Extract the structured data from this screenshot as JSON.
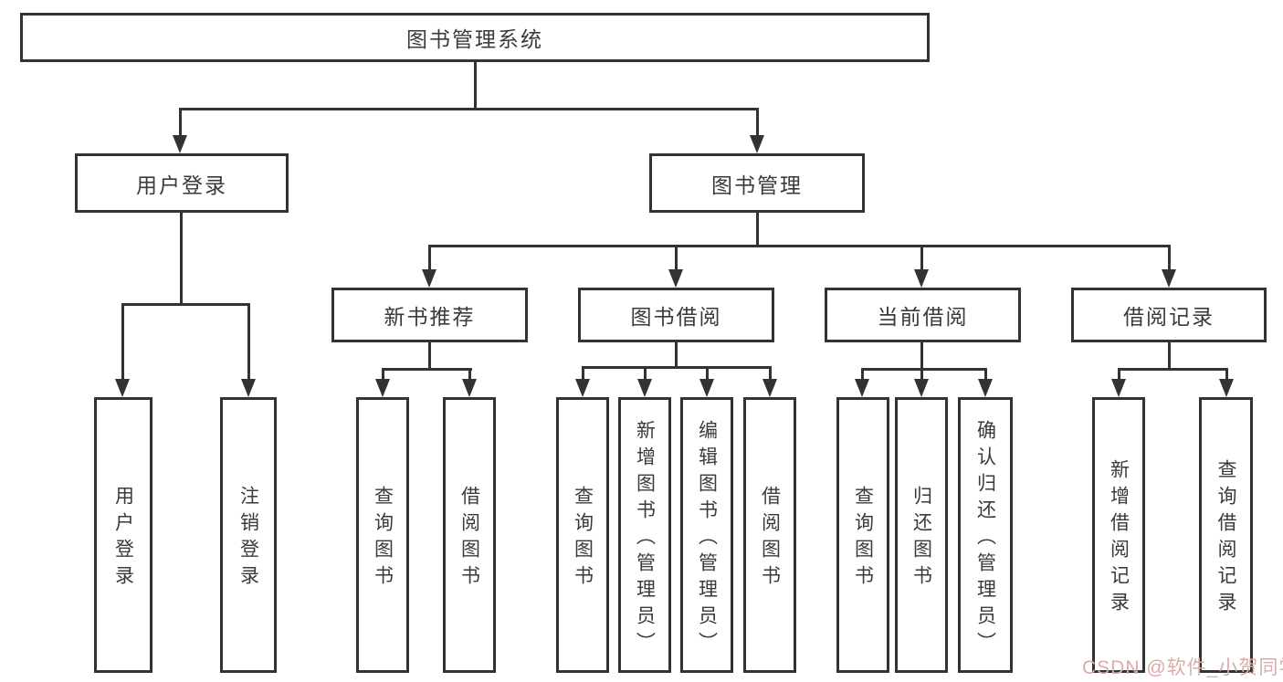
{
  "colors": {
    "line": "#333333",
    "text": "#3a3a3a",
    "bg": "#ffffff",
    "watermark": "#dcaba7"
  },
  "diagram": {
    "title": "图书管理系统",
    "root": "图书管理系统",
    "user_login": "用户登录",
    "book_mgmt": "图书管理",
    "new_books": "新书推荐",
    "book_borrow": "图书借阅",
    "current_borrow": "当前借阅",
    "borrow_records": "借阅记录",
    "leaves": {
      "user_login": [
        "用户登录",
        "注销登录"
      ],
      "new_books": [
        "查询图书",
        "借阅图书"
      ],
      "book_borrow": [
        "查询图书",
        "新增图书（管理员）",
        "编辑图书（管理员）",
        "借阅图书"
      ],
      "current_borrow": [
        "查询图书",
        "归还图书",
        "确认归还（管理员）"
      ],
      "borrow_records": [
        "新增借阅记录",
        "查询借阅记录"
      ]
    }
  },
  "watermark": "CSDN @软件_小贺同学"
}
